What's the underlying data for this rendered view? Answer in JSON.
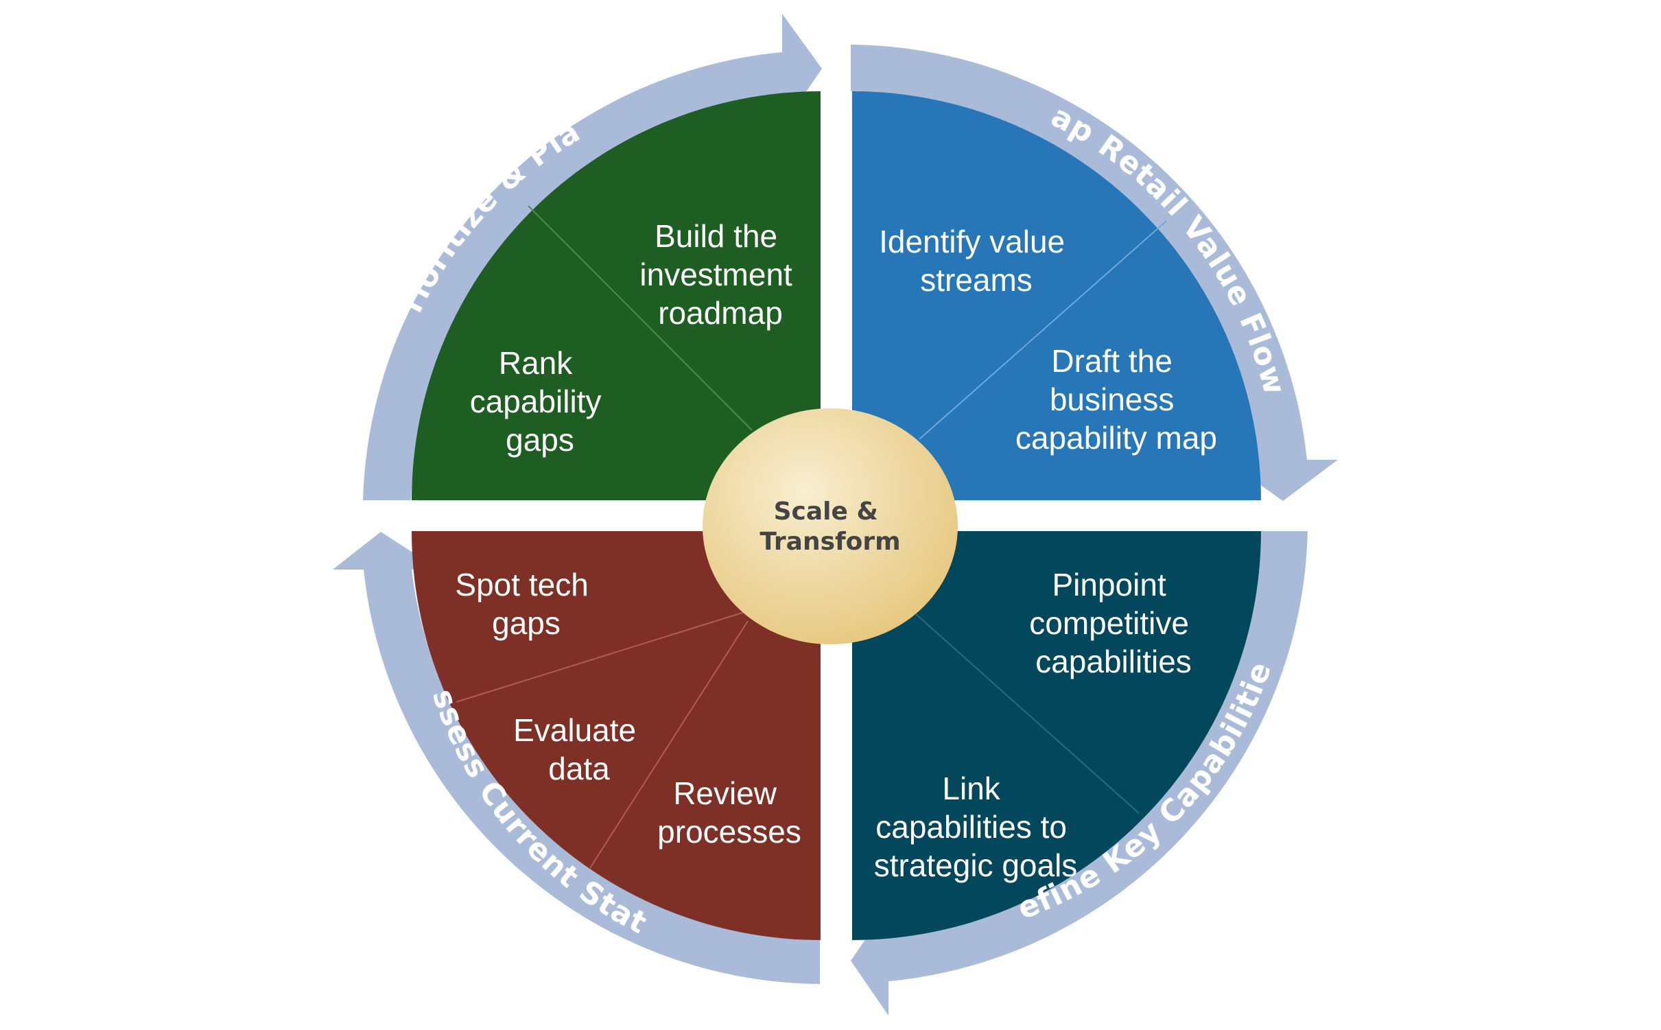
{
  "hub": {
    "line1": "Scale &",
    "line2": "Transform"
  },
  "phases": {
    "prioritize": "Prioritize & Plan",
    "map": "Map Retail Value Flows",
    "define": "Define Key Capabilities",
    "assess": "Assess Current State"
  },
  "quadrants": {
    "top_left": {
      "color": "#1e5e22",
      "steps": [
        [
          "Build the",
          "investment",
          "roadmap"
        ],
        [
          "Rank",
          "capability",
          "gaps"
        ]
      ]
    },
    "top_right": {
      "color": "#2776b8",
      "steps": [
        [
          "Identify value",
          "streams"
        ],
        [
          "Draft the",
          "business",
          "capability map"
        ]
      ]
    },
    "bottom_right": {
      "color": "#03475c",
      "steps": [
        [
          "Pinpoint",
          "competitive",
          "capabilities"
        ],
        [
          "Link",
          "capabilities to",
          "strategic goals"
        ]
      ]
    },
    "bottom_left": {
      "color": "#7f3026",
      "steps": [
        [
          "Spot tech",
          "gaps"
        ],
        [
          "Evaluate",
          "data"
        ],
        [
          "Review",
          "processes"
        ]
      ]
    }
  },
  "colors": {
    "arrow": "#a9bbd8",
    "hub_light": "#f7ebc7",
    "hub_dark": "#e6c77e"
  }
}
